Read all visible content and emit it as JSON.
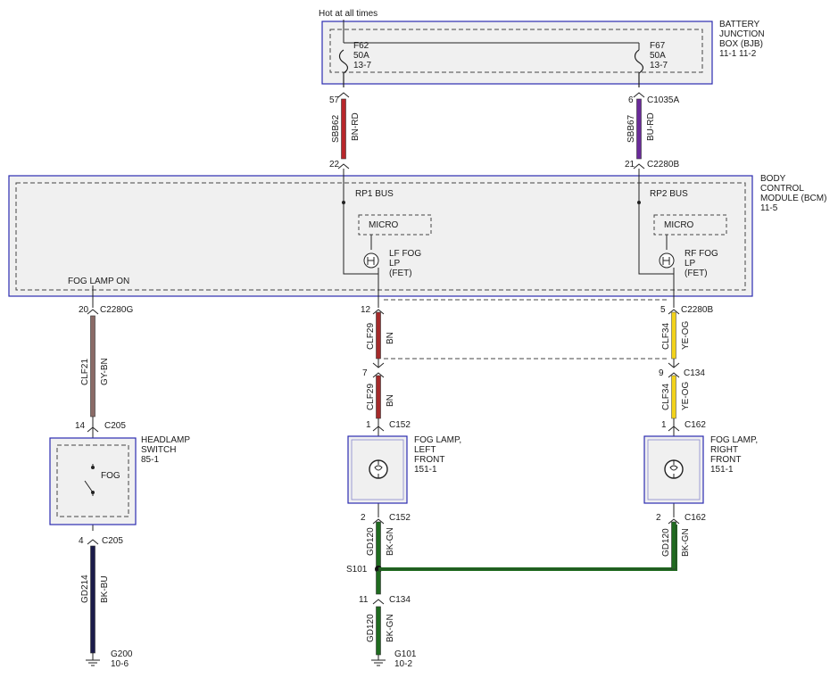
{
  "hot_label": "Hot at all times",
  "bjb": {
    "l1": "BATTERY",
    "l2": "JUNCTION",
    "l3": "BOX (BJB)",
    "l4": "11-1     11-2"
  },
  "f62": {
    "name": "F62",
    "rating": "50A",
    "ref": "13-7"
  },
  "f67": {
    "name": "F67",
    "rating": "50A",
    "ref": "13-7"
  },
  "bcm": {
    "l1": "BODY",
    "l2": "CONTROL",
    "l3": "MODULE (BCM)",
    "l4": "11-5"
  },
  "rp1": "RP1 BUS",
  "rp2": "RP2 BUS",
  "micro": "MICRO",
  "lf_fet": {
    "l1": "LF FOG",
    "l2": "LP",
    "l3": "(FET)"
  },
  "rf_fet": {
    "l1": "RF FOG",
    "l2": "LP",
    "l3": "(FET)"
  },
  "fog_lamp_on": "FOG LAMP ON",
  "headlamp": {
    "l1": "HEADLAMP",
    "l2": "SWITCH",
    "l3": "85-1",
    "fog": "FOG"
  },
  "lamp_left": {
    "l1": "FOG LAMP,",
    "l2": "LEFT",
    "l3": "FRONT",
    "l4": "151-1"
  },
  "lamp_right": {
    "l1": "FOG LAMP,",
    "l2": "RIGHT",
    "l3": "FRONT",
    "l4": "151-1"
  },
  "pins": {
    "p57": "57",
    "p6": "6",
    "p22": "22",
    "p21": "21",
    "p20": "20",
    "p14": "14",
    "p4": "4",
    "p12": "12",
    "p5": "5",
    "p7": "7",
    "p9": "9",
    "p1l": "1",
    "p1r": "1",
    "p2l": "2",
    "p2r": "2",
    "p11": "11"
  },
  "connectors": {
    "c1035a": "C1035A",
    "c2280b_top": "C2280B",
    "c2280g": "C2280G",
    "c205_top": "C205",
    "c205_bot": "C205",
    "c2280b_mid": "C2280B",
    "c134_r": "C134",
    "c152_top": "C152",
    "c162_top": "C162",
    "c152_bot": "C152",
    "c162_bot": "C162",
    "c134_l": "C134"
  },
  "circuits": {
    "sbb62": {
      "id": "SBB62",
      "color": "BN-RD"
    },
    "sbb67": {
      "id": "SBB67",
      "color": "BU-RD"
    },
    "clf21": {
      "id": "CLF21",
      "color": "GY-BN"
    },
    "gd214": {
      "id": "GD214",
      "color": "BK-BU"
    },
    "clf29a": {
      "id": "CLF29",
      "color": "BN"
    },
    "clf29b": {
      "id": "CLF29",
      "color": "BN"
    },
    "clf34a": {
      "id": "CLF34",
      "color": "YE-OG"
    },
    "clf34b": {
      "id": "CLF34",
      "color": "YE-OG"
    },
    "gd120a": {
      "id": "GD120",
      "color": "BK-GN"
    },
    "gd120b": {
      "id": "GD120",
      "color": "BK-GN"
    },
    "gd120c": {
      "id": "GD120",
      "color": "BK-GN"
    }
  },
  "s101": "S101",
  "g200": {
    "name": "G200",
    "ref": "10-6"
  },
  "g101": {
    "name": "G101",
    "ref": "10-2"
  },
  "wire_colors": {
    "bn_rd": "#b8262a",
    "bu_rd": "#6a2a9a",
    "gy_bn": "#8a6a66",
    "bk_bu": "#1b1b4a",
    "bn": "#a52a2a",
    "ye_og": "#f2d21a",
    "bk_gn": "#1f6b1f",
    "box_border": "#2b2bb0"
  }
}
